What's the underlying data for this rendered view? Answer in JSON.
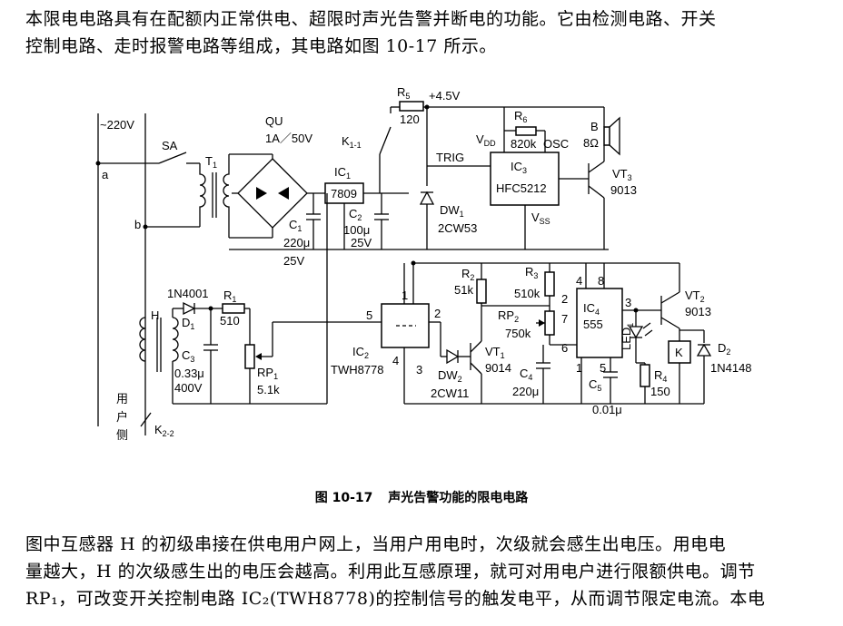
{
  "intro_lines": [
    "本限电电路具有在配额内正常供电、超限时声光告警并断电的功能。它由检测电路、开关",
    "控制电路、走时报警电路等组成，其电路如图 10-17 所示。"
  ],
  "figure": {
    "caption_number": "图 10-17",
    "caption_title": "声光告警功能的限电电路",
    "labels": {
      "mains": "~220V",
      "a": "a",
      "b": "b",
      "SA": "SA",
      "T1": "T",
      "T1_sub": "1",
      "QU": "QU",
      "QU_rating": "1A／50V",
      "K1": "K",
      "K1_sub": "1-1",
      "IC1": "IC",
      "IC1_sub": "1",
      "IC1_part": "7809",
      "C1": "C",
      "C1_sub": "1",
      "C1_val": "220μ",
      "C1_v": "25V",
      "C2": "C",
      "C2_sub": "2",
      "C2_val": "100μ",
      "C2_v": "25V",
      "R5": "R",
      "R5_sub": "5",
      "R5_val": "120",
      "supply": "+4.5V",
      "R6": "R",
      "R6_sub": "6",
      "R6_val": "820k",
      "VDD": "V",
      "VDD_sub": "DD",
      "OSC": "OSC",
      "TRIG": "TRIG",
      "IC3": "IC",
      "IC3_sub": "3",
      "IC3_part": "HFC5212",
      "VSS": "V",
      "VSS_sub": "SS",
      "B": "B",
      "B_val": "8Ω",
      "VT3": "VT",
      "VT3_sub": "3",
      "VT3_part": "9013",
      "DW1": "DW",
      "DW1_sub": "1",
      "DW1_part": "2CW53",
      "D1_part": "1N4001",
      "R1": "R",
      "R1_sub": "1",
      "R1_val": "510",
      "H": "H",
      "D1": "D",
      "D1_sub": "1",
      "C3": "C",
      "C3_sub": "3",
      "C3_val": "0.33μ",
      "C3_v": "400V",
      "RP1": "RP",
      "RP1_sub": "1",
      "RP1_val": "5.1k",
      "user_side": [
        "用",
        "户",
        "侧"
      ],
      "K2": "K",
      "K2_sub": "2-2",
      "IC2": "IC",
      "IC2_sub": "2",
      "IC2_part": "TWH8778",
      "pin1": "1",
      "pin2": "2",
      "pin3": "3",
      "pin4": "4",
      "pin5": "5",
      "R2": "R",
      "R2_sub": "2",
      "R2_val": "51k",
      "DW2": "DW",
      "DW2_sub": "2",
      "DW2_part": "2CW11",
      "VT1": "VT",
      "VT1_sub": "1",
      "VT1_part": "9014",
      "R3": "R",
      "R3_sub": "3",
      "R3_val": "510k",
      "RP2": "RP",
      "RP2_sub": "2",
      "RP2_val": "750k",
      "C4": "C",
      "C4_sub": "4",
      "C4_val": "220μ",
      "IC4": "IC",
      "IC4_sub": "4",
      "IC4_part": "555",
      "p555_4": "4",
      "p555_8": "8",
      "p555_2": "2",
      "p555_7": "7",
      "p555_6": "6",
      "p555_1": "1",
      "p555_5": "5",
      "p555_3": "3",
      "C5": "C",
      "C5_sub": "5",
      "C5_val": "0.01μ",
      "LED1": "LED",
      "LED1_sub": "1",
      "R4": "R",
      "R4_sub": "4",
      "R4_val": "150",
      "VT2": "VT",
      "VT2_sub": "2",
      "VT2_part": "9013",
      "K": "K",
      "D2": "D",
      "D2_sub": "2",
      "D2_part": "1N4148"
    }
  },
  "body_lines": [
    "图中互感器 H 的初级串接在供电用户网上，当用户用电时，次级就会感生出电压。用电电",
    "量越大，H 的次级感生出的电压会越高。利用此互感原理，就可对用电户进行限额供电。调节",
    "RP₁，可改变开关控制电路 IC₂(TWH8778)的控制信号的触发电平，从而调节限定电流。本电"
  ]
}
